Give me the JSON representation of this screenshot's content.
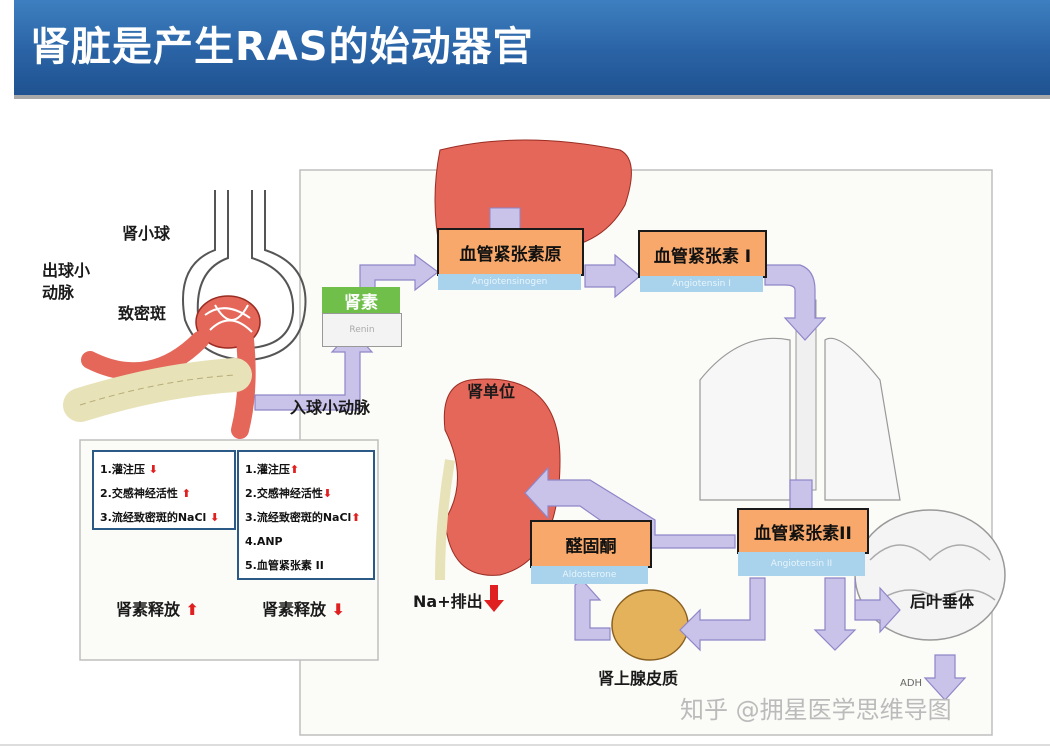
{
  "title": "肾脏是产生RAS的始动器官",
  "labels": {
    "glomerulus": "肾小球",
    "efferent": "出球小\n动脉",
    "macula": "致密斑",
    "afferent": "入球小动脉",
    "nephron": "肾单位",
    "adrenal": "肾上腺皮质",
    "pituitary": "后叶垂体",
    "na_excretion": "Na+排出",
    "adh": "ADH"
  },
  "boxes": {
    "renin": {
      "label": "肾素",
      "sub": "Renin"
    },
    "angiotensinogen": {
      "label": "血管紧张素原",
      "sub": "Angiotensinogen"
    },
    "angiotensin1": {
      "label": "血管紧张素 I",
      "sub": "Angiotensin I"
    },
    "angiotensin2": {
      "label": "血管紧张素II",
      "sub": "Angiotensin II"
    },
    "aldosterone": {
      "label": "醛固酮",
      "sub": "Aldosterone"
    }
  },
  "list_left": {
    "items": [
      "1.灌注压",
      "2.交感神经活性",
      "3.流经致密斑的NaCl"
    ],
    "arrows": [
      "down",
      "up",
      "down"
    ],
    "result": "肾素释放",
    "result_arrow": "up"
  },
  "list_right": {
    "items": [
      "1.灌注压",
      "2.交感神经活性",
      "3.流经致密斑的NaCl",
      "4.ANP",
      "5.血管紧张素 II"
    ],
    "arrows": [
      "up",
      "down",
      "up",
      "",
      ""
    ],
    "result": "肾素释放",
    "result_arrow": "down"
  },
  "watermark": "知乎 @拥星医学思维导图",
  "colors": {
    "header": "#2a63a5",
    "orange_box": "#f7a86a",
    "green_box": "#6fbf4a",
    "sub_box": "#a9d3ec",
    "arrow_fill": "#c9c3ea",
    "organ": "#e4675a",
    "red_arrow": "#e02020"
  }
}
